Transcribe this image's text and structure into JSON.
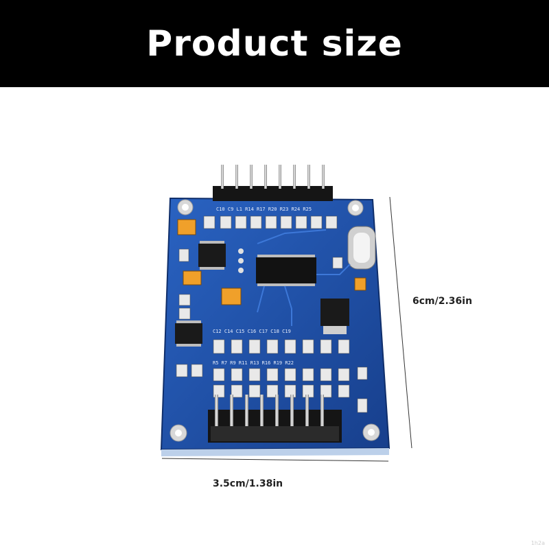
{
  "banner": {
    "title": "Product size"
  },
  "dimensions": {
    "height_label": "6cm/2.36in",
    "width_label": "3.5cm/1.38in"
  },
  "board": {
    "pcb_color": "#1d4fa6",
    "header_top_pins": 8,
    "header_bottom_pins": 8
  },
  "watermark": "1h2a"
}
